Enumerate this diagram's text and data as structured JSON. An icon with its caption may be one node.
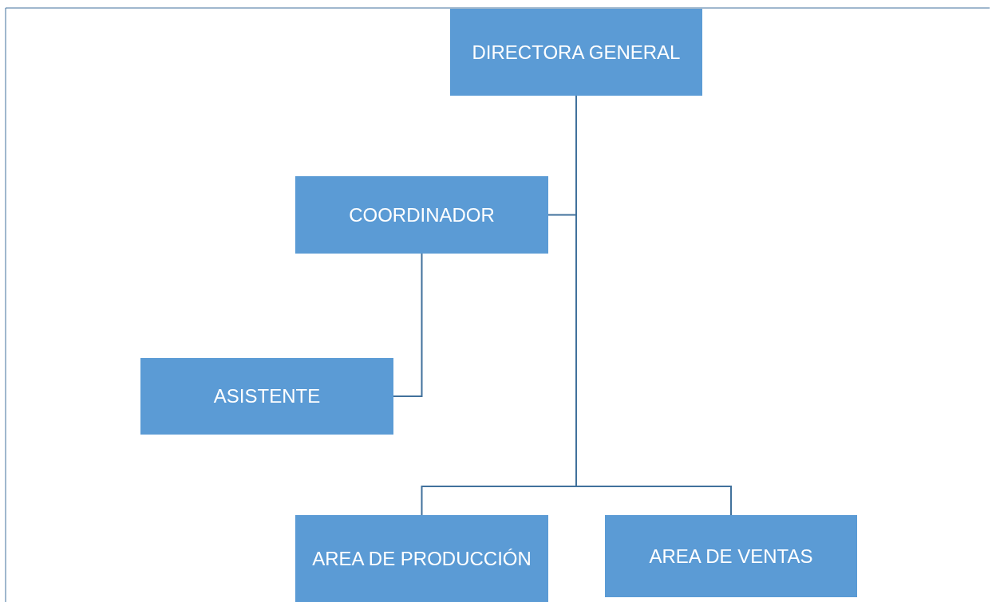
{
  "diagram": {
    "nodes": [
      {
        "text": [
          "DIRECTORA GENERAL"
        ]
      },
      {
        "text": [
          "COORDINADOR"
        ]
      },
      {
        "text": [
          "ASISTENTE"
        ]
      },
      {
        "text": [
          "AREA DE PRODUCCIÓN"
        ]
      },
      {
        "text": [
          "AREA DE VENTAS"
        ]
      }
    ],
    "edges": [
      {
        "from": 0,
        "to": 1,
        "arrow": "none"
      },
      {
        "from": 1,
        "to": 2,
        "arrow": "none"
      },
      {
        "from": 0,
        "to": 3,
        "arrow": "none"
      },
      {
        "from": 0,
        "to": 4,
        "arrow": "none"
      }
    ]
  }
}
